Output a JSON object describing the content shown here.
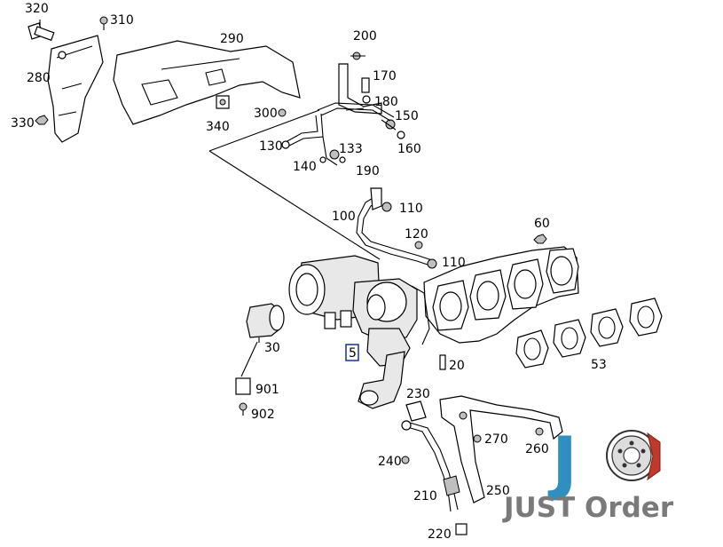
{
  "labels": {
    "p320": "320",
    "p310": "310",
    "p290": "290",
    "p280": "280",
    "p330": "330",
    "p340": "340",
    "p300": "300",
    "p200": "200",
    "p170": "170",
    "p180": "180",
    "p150": "150",
    "p130": "130",
    "p133": "133",
    "p160": "160",
    "p140": "140",
    "p190": "190",
    "p110a": "110",
    "p100": "100",
    "p120": "120",
    "p110b": "110",
    "p60": "60",
    "p30": "30",
    "p5": "5",
    "p20": "20",
    "p53": "53",
    "p901": "901",
    "p902": "902",
    "p230": "230",
    "p270": "270",
    "p260": "260",
    "p240": "240",
    "p250": "250",
    "p210": "210",
    "p220": "220"
  },
  "brand": {
    "letter": "J",
    "name": "JUST Order",
    "colors": {
      "accent": "#2f8fc0",
      "text": "#7a7a7a"
    }
  },
  "colors": {
    "callout": "#1f3fa6"
  }
}
